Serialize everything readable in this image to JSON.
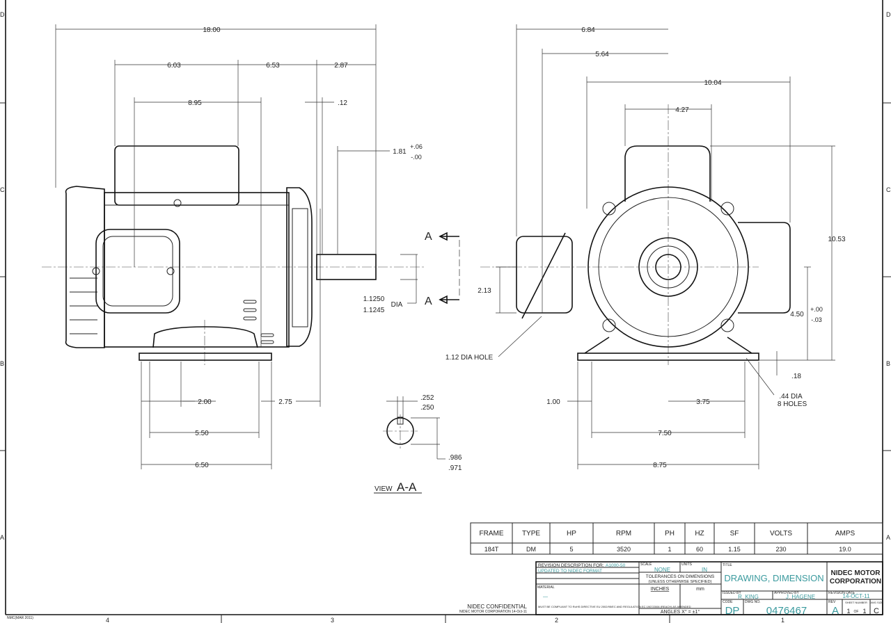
{
  "zones": {
    "rows": [
      "D",
      "C",
      "B",
      "A"
    ],
    "cols": [
      "4",
      "3",
      "2",
      "1"
    ]
  },
  "side_view": {
    "dims": {
      "overall": "18.00",
      "d1": "6.03",
      "d2": "6.53",
      "d3": "2.87",
      "d4": "8.95",
      "d5": ".12",
      "shaft": "1.81",
      "shaft_tol_plus": "+.06",
      "shaft_tol_minus": "-.00",
      "dia1": "1.1250",
      "dia2": "1.1245",
      "dia_label": "DIA",
      "b1": "2.00",
      "b2": "2.75",
      "b3": "5.50",
      "b4": "6.50"
    },
    "section_label": "A"
  },
  "view_aa": {
    "label_prefix": "VIEW",
    "label": "A-A",
    "k1": ".252",
    "k2": ".250",
    "h1": ".986",
    "h2": ".971"
  },
  "end_view": {
    "dims": {
      "d1": "6.84",
      "d2": "5.64",
      "d3": "10.04",
      "d4": "4.27",
      "h_total": "10.53",
      "h_box": "2.13",
      "h_center": "4.50",
      "h_tol_plus": "+.00",
      "h_tol_minus": "-.03",
      "foot": ".18",
      "b1": "1.00",
      "b2": "3.75",
      "b3": "7.50",
      "b4": "8.75"
    },
    "hole_label": "1.12 DIA HOLE",
    "bolt_label": ".44 DIA",
    "bolt_count": "8 HOLES"
  },
  "spec_table": {
    "headers": [
      "FRAME",
      "TYPE",
      "HP",
      "RPM",
      "PH",
      "HZ",
      "SF",
      "VOLTS",
      "AMPS"
    ],
    "values": [
      "184T",
      "DM",
      "5",
      "3520",
      "1",
      "60",
      "1.15",
      "230",
      "19.0"
    ]
  },
  "title_block": {
    "revision_desc_label": "REVISION DESCRIPTION FOR:",
    "revision_desc_code": "A1000-50",
    "revision_note": "UPDATED TO NIDEC FORMAT",
    "material_label": "MATERIAL",
    "material_value": "—",
    "compliance": "MUST BE COMPLIANT TO RoHS DIRECTIVE EU 2002/95/EC AND REGULATION EC 1907/2006 (REACH) AS AMENDED",
    "scale_label": "SCALE",
    "scale": "NONE",
    "units_label": "UNITS",
    "units": "IN",
    "tolerances": "TOLERANCES ON DIMENSIONS",
    "tolerances_sub": "(UNLESS OTHERWISE SPECIFIED)",
    "inches": "INCHES",
    "mm": "mm",
    "angles": "ANGLES  X° = ±1°",
    "title_label": "TITLE",
    "title": "DRAWING, DIMENSION",
    "company": "NIDEC MOTOR",
    "company2": "CORPORATION",
    "issued_label": "ISSUED BY",
    "issued_by": "R. KING",
    "approved_label": "APPROVED BY",
    "approved_by": "J. HAGENE",
    "rev_date_label": "REVISION DATE",
    "rev_date": "14-OCT-11",
    "code_label": "CODE",
    "code": "DP",
    "dwg_label": "DWG NO.",
    "dwg_no": "0476467",
    "rev_label": "REV",
    "rev": "A",
    "sheet_label": "SHEET NUMBER",
    "sheet": "1",
    "of": "OF",
    "sheet_total": "1",
    "size_label": "DWG SIZE",
    "size": "C",
    "confidential": "NIDEC CONFIDENTIAL",
    "confidential_sub": "NIDEC MOTOR CORPORATION 14-Oct-11",
    "form_no": "NMC(MAR 2011)"
  }
}
